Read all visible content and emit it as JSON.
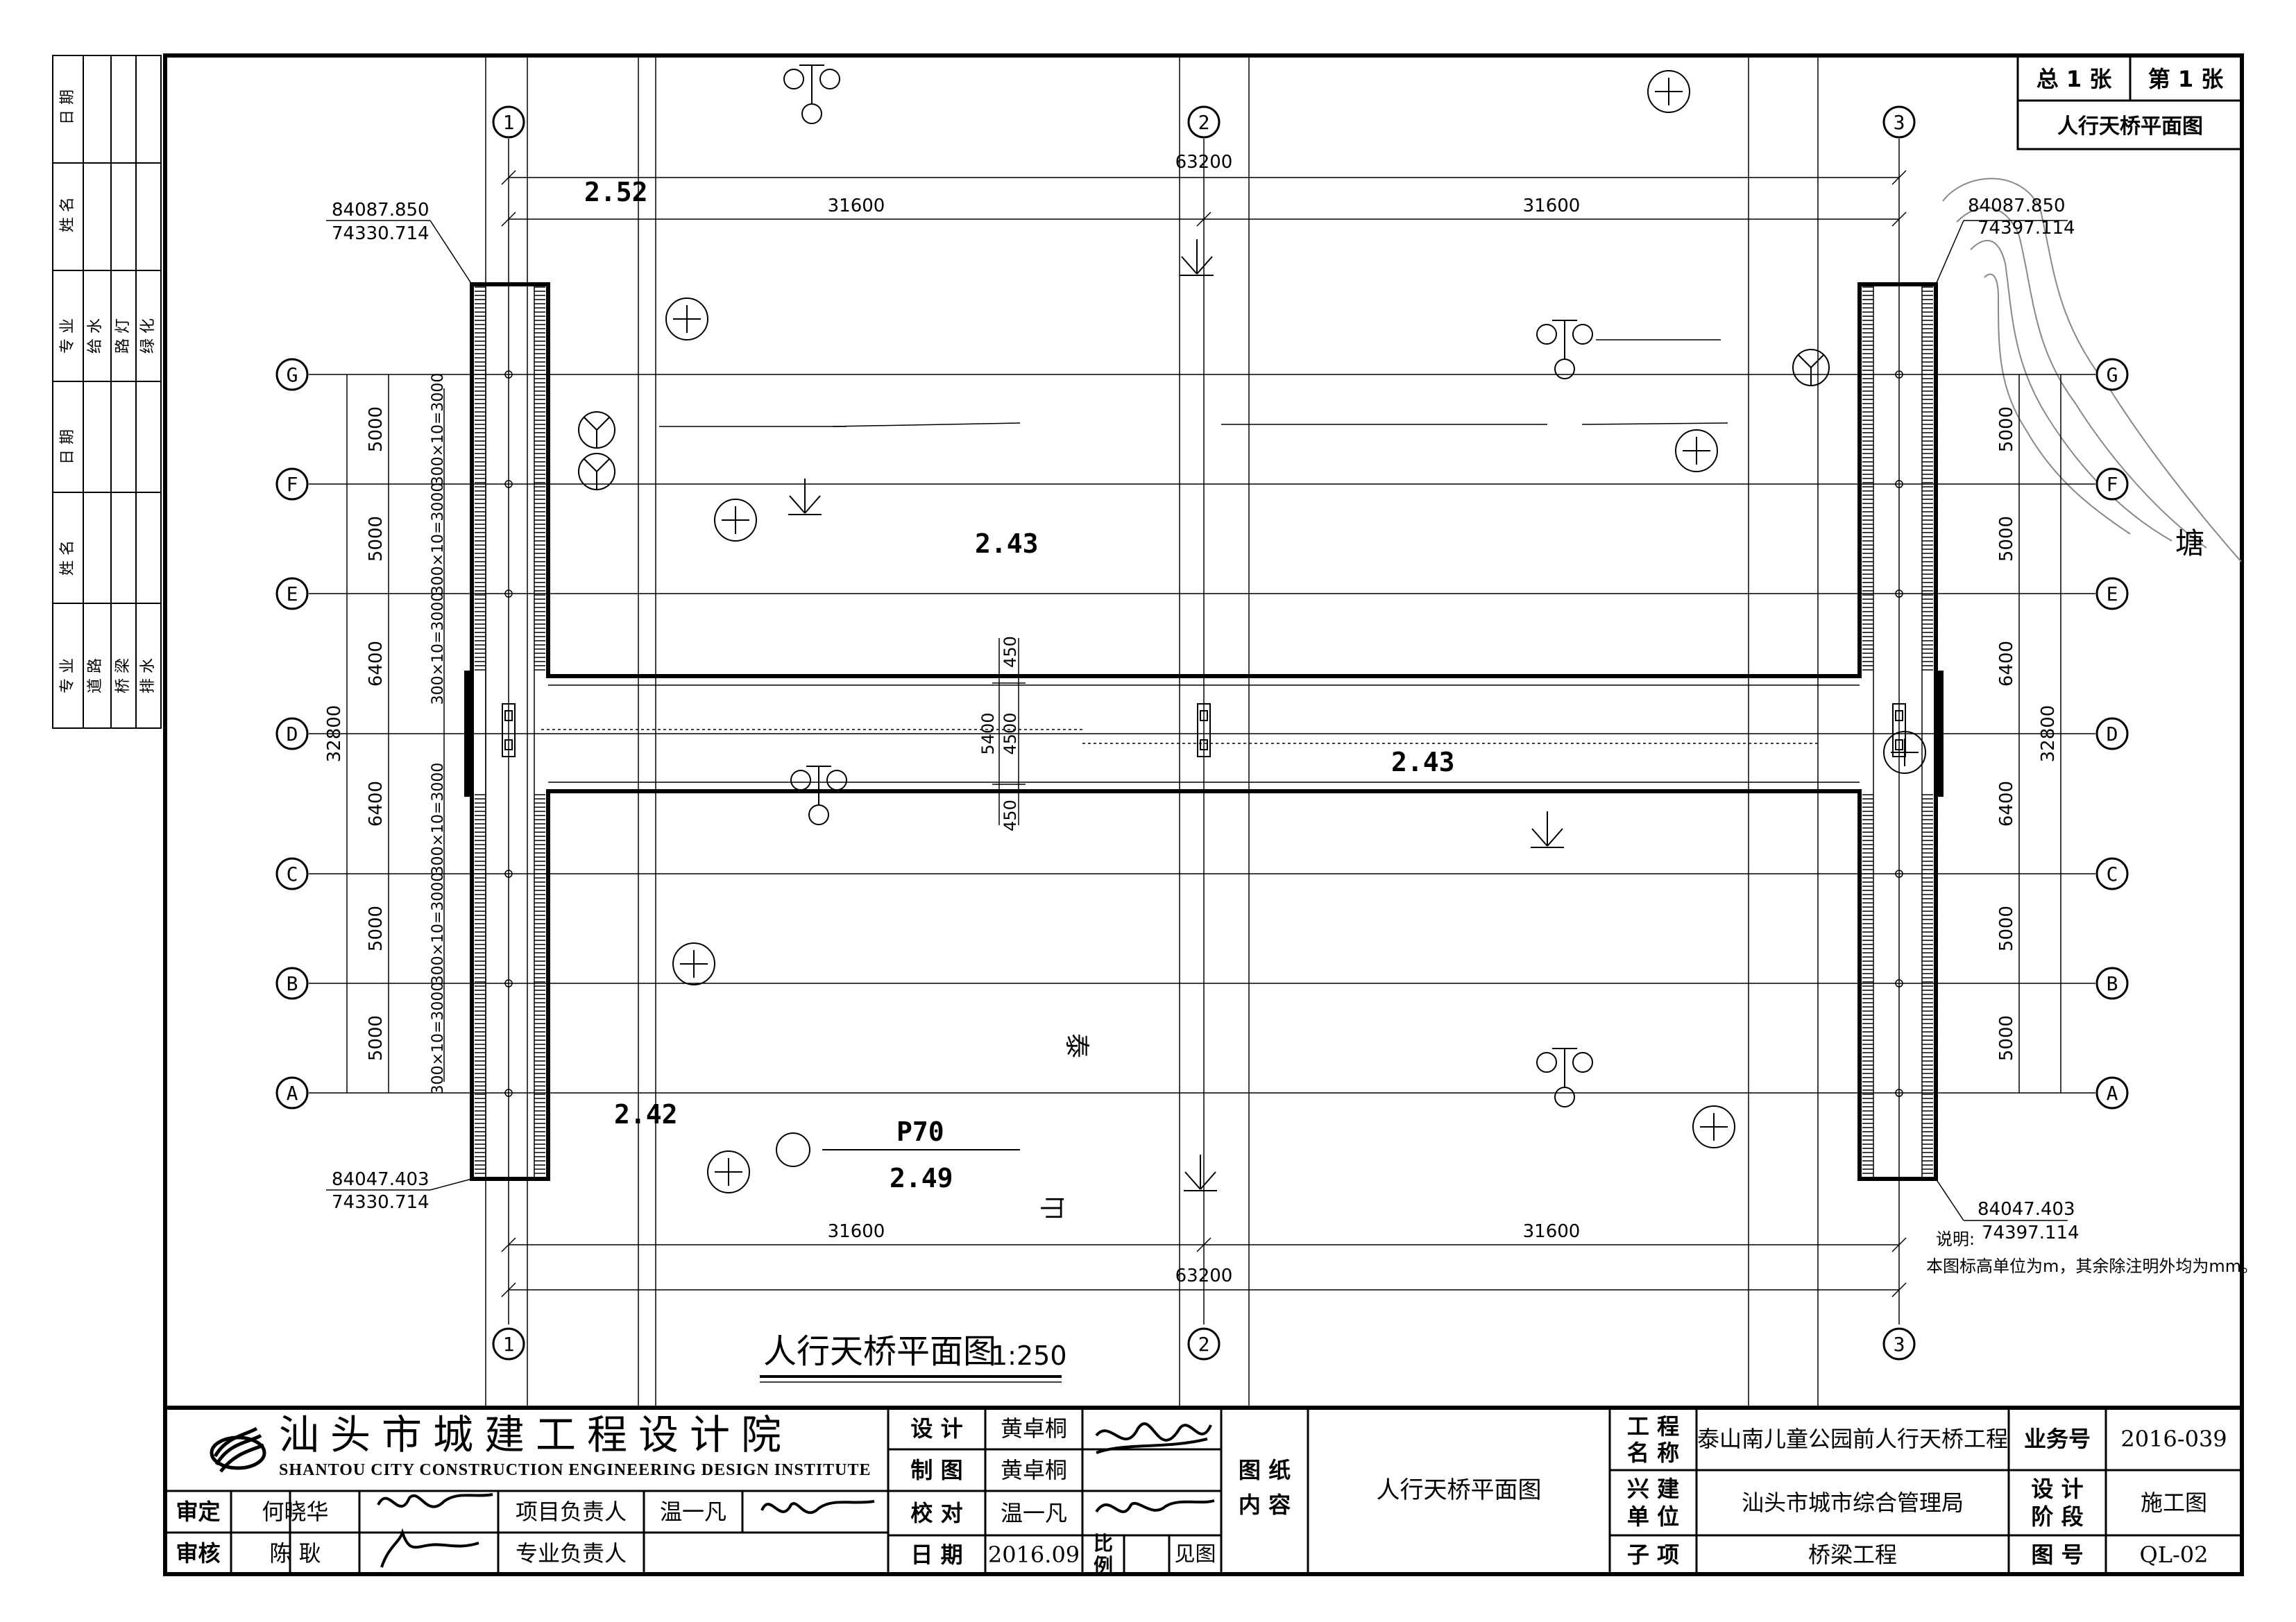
{
  "grid": {
    "cols": [
      "1",
      "2",
      "3"
    ],
    "rows": [
      "G",
      "F",
      "E",
      "D",
      "C",
      "B",
      "A"
    ]
  },
  "dims": {
    "total_span": "63200",
    "half_span": "31600",
    "spacing_5000": "5000",
    "spacing_6400": "6400",
    "total_width": "32800",
    "stair": "300×10=3000",
    "deck_width": "4500",
    "deck_total": "5400",
    "deck_edge": "450"
  },
  "coords": {
    "tl_x": "84087.850",
    "tl_y": "74330.714",
    "tr_x": "84087.850",
    "tr_y": "74397.114",
    "bl_x": "84047.403",
    "bl_y": "74330.714",
    "br_x": "84047.403",
    "br_y": "74397.114"
  },
  "elevations": {
    "e1": "2.52",
    "e2": "2.43",
    "e3": "2.43",
    "e4": "2.42",
    "e5": "2.49",
    "pole": "P70"
  },
  "map_labels": {
    "tang": "塘",
    "tai": "泰",
    "shan": "山"
  },
  "plan_title": "人行天桥平面图",
  "plan_scale": "1:250",
  "notes": {
    "heading": "说明:",
    "line1": "本图标高单位为m，其余除注明外均为mm。"
  },
  "sheet_info": {
    "total": "总 1 张",
    "sheet": "第 1 张",
    "title": "人行天桥平面图"
  },
  "left_strip": {
    "date": "日 期",
    "name": "姓 名",
    "major": "专 业",
    "s1": "给 水",
    "s2": "路 灯",
    "s3": "绿 化",
    "s4": "道 路",
    "s5": "桥 梁",
    "s6": "排 水"
  },
  "title_block": {
    "institute_cn": "汕头市城建工程设计院",
    "institute_en": "SHANTOU CITY CONSTRUCTION ENGINEERING DESIGN INSTITUTE",
    "approve_label": "审定",
    "approve_name": "何晓华",
    "review_label": "审核",
    "review_name": "陈 耿",
    "proj_lead_label": "项目负责人",
    "proj_lead_name": "温一凡",
    "spec_lead_label": "专业负责人",
    "design_label": "设 计",
    "design_name": "黄卓桐",
    "draw_label": "制 图",
    "draw_name": "黄卓桐",
    "check_label": "校 对",
    "check_name": "温一凡",
    "date_label": "日 期",
    "date_value": "2016.09",
    "scale_label": "比 例",
    "scale_value": "见图",
    "content_label_1": "图 纸",
    "content_label_2": "内 容",
    "content_value": "人行天桥平面图",
    "project_label_1": "工 程",
    "project_label_2": "名 称",
    "project_value": "泰山南儿童公园前人行天桥工程",
    "owner_label_1": "兴 建",
    "owner_label_2": "单 位",
    "owner_value": "汕头市城市综合管理局",
    "sub_label": "子 项",
    "sub_value": "桥梁工程",
    "job_label": "业务号",
    "job_value": "2016-039",
    "stage_label_1": "设 计",
    "stage_label_2": "阶 段",
    "stage_value": "施工图",
    "dwg_label": "图 号",
    "dwg_value": "QL-02"
  }
}
